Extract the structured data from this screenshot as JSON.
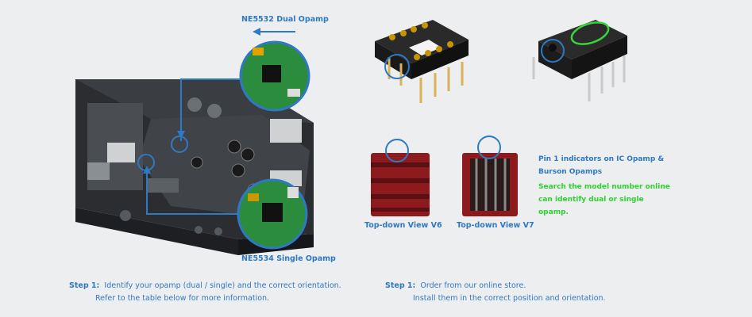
{
  "labels": {
    "dual_opamp": "NE5532 Dual Opamp",
    "single_opamp": "NE5534 Single Opamp",
    "view_v6": "Top-down View V6",
    "view_v7": "Top-down View V7"
  },
  "note": {
    "line1": "Pin 1 indicators on IC Opamp &",
    "line2": "Burson Opamps",
    "line3": "Search the model number online",
    "line4": "can identify dual or single",
    "line5": "opamp."
  },
  "step_left": {
    "prefix": "Step 1:",
    "line1": "Identify your opamp (dual / single) and the correct orientation.",
    "line2": "Refer to the table below for more information."
  },
  "step_right": {
    "prefix": "Step 1:",
    "line1": "Order from our online store.",
    "line2": "Install them in the correct position and orientation."
  },
  "colors": {
    "accent_blue": "#2f78c4",
    "highlight_green": "#2fd12f",
    "background": "#eceeef",
    "module_red": "#8d1b1e"
  },
  "icons": [
    "amplifier-chassis",
    "dip8-socket",
    "ic-opamp-chip",
    "burson-opamp-v6",
    "burson-opamp-v7"
  ]
}
